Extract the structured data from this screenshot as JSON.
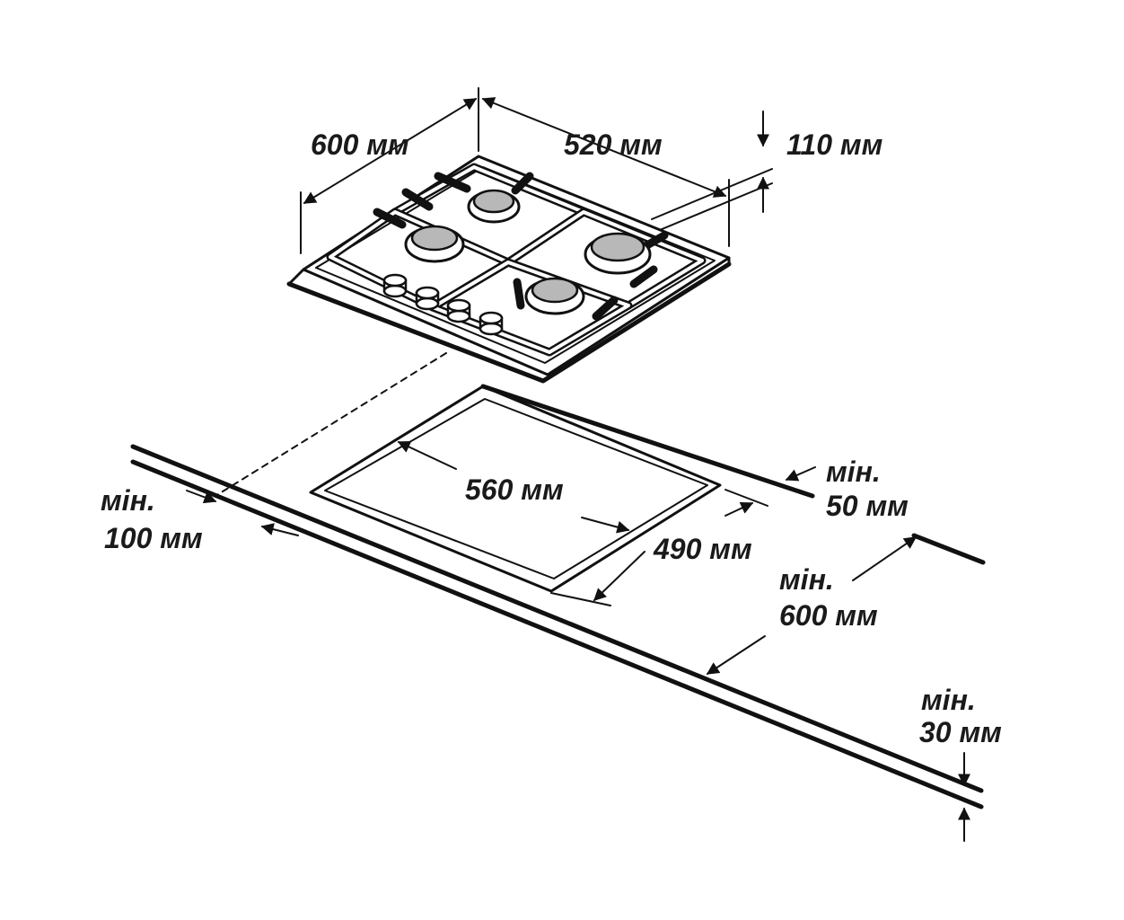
{
  "diagram": {
    "hob": {
      "depth_label": "600 мм",
      "width_label": "520 мм",
      "height_label": "110 мм"
    },
    "cutout": {
      "width_label": "560 мм",
      "depth_label": "490 мм"
    },
    "clearances": {
      "back": {
        "min_label": "мін.",
        "value_label": "50 мм"
      },
      "side_left": {
        "min_label": "мін.",
        "value_label": "100 мм"
      },
      "front_to_wall": {
        "min_label": "мін.",
        "value_label": "600 мм"
      },
      "worktop_thickness": {
        "min_label": "мін.",
        "value_label": "30 мм"
      }
    },
    "colors": {
      "line": "#111111",
      "burner_cap": "#b8b8b8",
      "background": "#ffffff"
    }
  }
}
